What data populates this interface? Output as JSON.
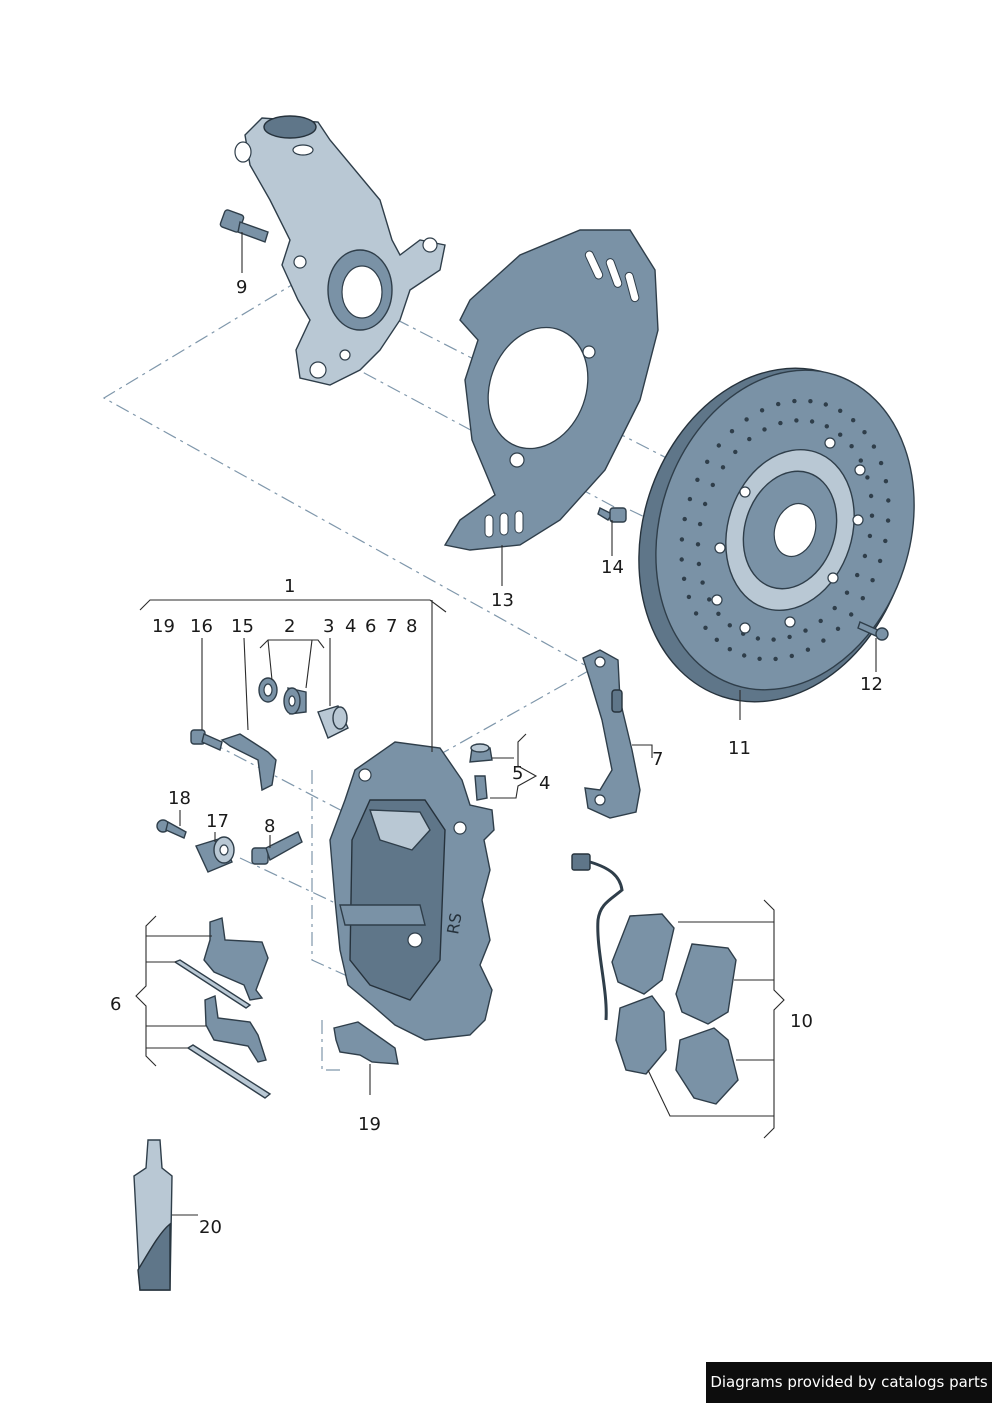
{
  "callouts": {
    "c1": "1",
    "c2": "2",
    "c3": "3",
    "c4a": "4",
    "c6a": "6",
    "c7a": "7",
    "c8a": "8",
    "c4b": "4",
    "c5": "5",
    "c6b": "6",
    "c7b": "7",
    "c8b": "8",
    "c9": "9",
    "c10": "10",
    "c11": "11",
    "c12": "12",
    "c13": "13",
    "c14": "14",
    "c15": "15",
    "c16": "16",
    "c17": "17",
    "c18": "18",
    "c19a": "19",
    "c19b": "19",
    "c20": "20"
  },
  "credit": "Diagrams provided by catalogs parts",
  "colors": {
    "part": "#7a92a6",
    "outline": "#2f3e4a",
    "dash": "#7f97ab"
  }
}
